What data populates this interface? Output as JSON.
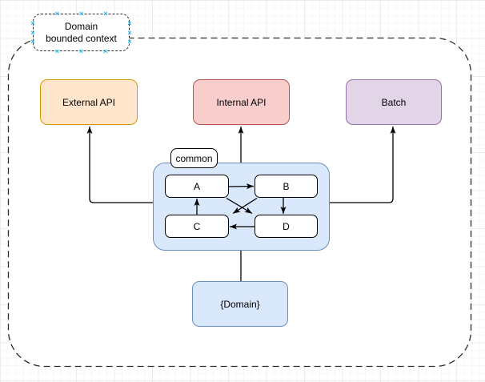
{
  "diagram": {
    "context_label": {
      "line1": "Domain",
      "line2": "bounded context"
    },
    "nodes": {
      "external_api": {
        "label": "External API",
        "fill": "#ffe6cc",
        "stroke": "#d79b00"
      },
      "internal_api": {
        "label": "Internal API",
        "fill": "#f8cecc",
        "stroke": "#b85450"
      },
      "batch": {
        "label": "Batch",
        "fill": "#e1d5e7",
        "stroke": "#9673a6"
      },
      "common": {
        "label": "common",
        "fill": "#dae8fc",
        "stroke": "#6c8ebf"
      },
      "a": {
        "label": "A"
      },
      "b": {
        "label": "B"
      },
      "c": {
        "label": "C"
      },
      "d": {
        "label": "D"
      },
      "domain": {
        "label": "{Domain}",
        "fill": "#dae8fc",
        "stroke": "#6c8ebf"
      }
    },
    "edges": [
      {
        "from": "common",
        "to": "external_api",
        "arrow": true
      },
      {
        "from": "common",
        "to": "internal_api",
        "arrow": true
      },
      {
        "from": "common",
        "to": "batch",
        "arrow": true
      },
      {
        "from": "common",
        "to": "domain",
        "arrow": false
      },
      {
        "from": "a",
        "to": "b",
        "arrow": true
      },
      {
        "from": "a",
        "to": "d",
        "arrow": true
      },
      {
        "from": "b",
        "to": "d",
        "arrow": true
      },
      {
        "from": "b",
        "to": "c",
        "arrow": true
      },
      {
        "from": "c",
        "to": "a",
        "arrow": true
      },
      {
        "from": "d",
        "to": "c",
        "arrow": true
      }
    ],
    "icons": {
      "connection_point": "×"
    },
    "colors": {
      "edge_stroke": "#000000",
      "container_stroke": "#2d2d2d",
      "connection_point_blue": "#29b6f2"
    }
  }
}
